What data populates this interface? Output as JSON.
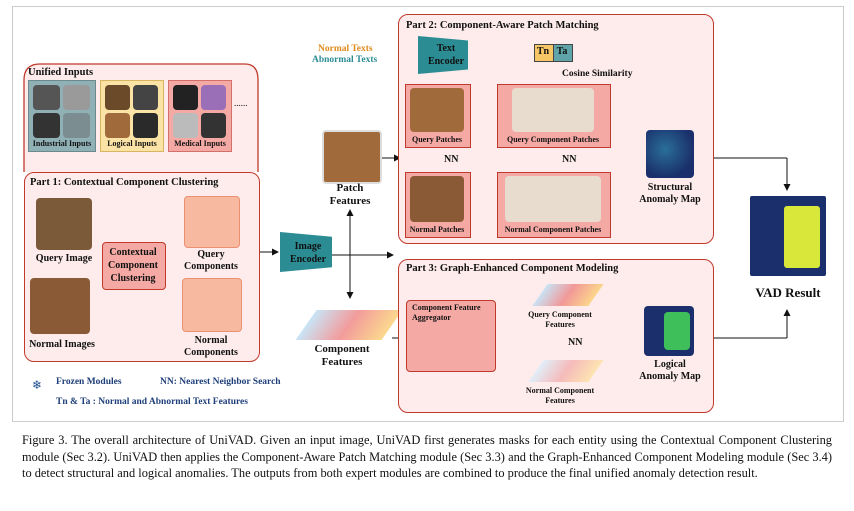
{
  "unified": {
    "title": "Unified Inputs",
    "industrial": "Industrial Inputs",
    "logical": "Logical Inputs",
    "medical": "Medical Inputs",
    "more": "......"
  },
  "part1": {
    "title": "Part 1: Contextual Component Clustering",
    "query_image": "Query Image",
    "normal_images": "Normal Images",
    "module": [
      "Contextual",
      "Component",
      "Clustering"
    ],
    "query_components": [
      "Query",
      "Components"
    ],
    "normal_components": [
      "Normal",
      "Components"
    ]
  },
  "encoder": {
    "image": [
      "Image",
      "Encoder"
    ],
    "text": [
      "Text",
      "Encoder"
    ]
  },
  "patch_features": [
    "Patch",
    "Features"
  ],
  "component_features": [
    "Component",
    "Features"
  ],
  "part2": {
    "title": "Part 2: Component-Aware Patch Matching",
    "normal_texts": "Normal Texts",
    "abnormal_texts": "Abnormal Texts",
    "tn": "Tn",
    "ta": "Ta",
    "cosine": "Cosine Similarity",
    "query_patches": "Query Patches",
    "query_component_patches": "Query Component Patches",
    "normal_patches": "Normal Patches",
    "normal_component_patches": "Normal Component Patches",
    "nn": "NN",
    "structural_map": [
      "Structural",
      "Anomaly Map"
    ]
  },
  "part3": {
    "title": "Part 3: Graph-Enhanced Component Modeling",
    "aggregator": [
      "Component Feature",
      "Aggregator"
    ],
    "query_component_features": [
      "Query Component",
      "Features"
    ],
    "normal_component_features": [
      "Normal Component",
      "Features"
    ],
    "nn": "NN",
    "logical_map": [
      "Logical",
      "Anomaly Map"
    ]
  },
  "result": "VAD Result",
  "legend": {
    "frozen": "Frozen Modules",
    "nn": "NN:  Nearest Neighbor Search",
    "tn_ta": "Tn & Ta :    Normal and Abnormal Text Features"
  },
  "caption": "Figure 3. The overall architecture of UniVAD. Given an input image, UniVAD first generates masks for each entity using the Contextual Component Clustering module (Sec 3.2). UniVAD then applies the Component-Aware Patch Matching module (Sec 3.3) and the Graph-Enhanced Component Modeling module (Sec 3.4) to detect structural and logical anomalies. The outputs from both expert modules are combined to produce the final unified anomaly detection result.",
  "colors": {
    "pink_border": "#c0392b",
    "pink_fill": "#fdeceb",
    "teal": "#2b8c94",
    "orange_text": "#e08a1a",
    "teal_text": "#2b8c94"
  }
}
